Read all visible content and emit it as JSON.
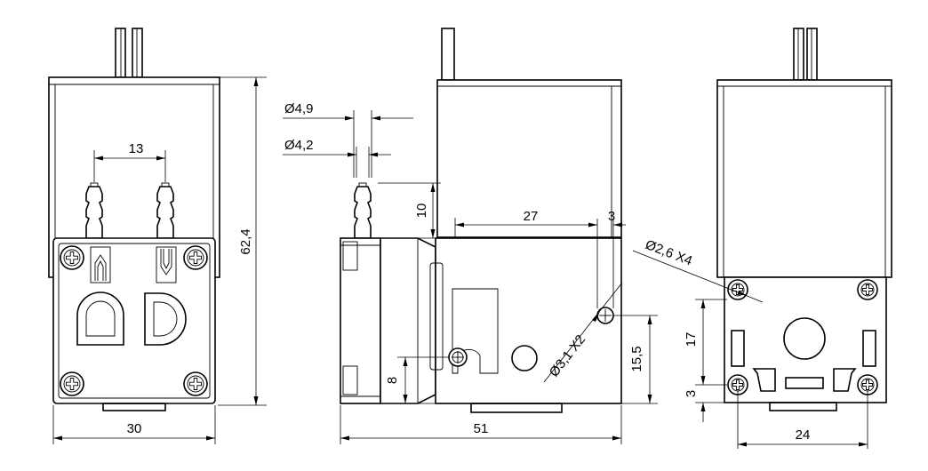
{
  "dimensions": {
    "front_tube_spacing": "13",
    "front_width": "30",
    "front_height": "62,4",
    "side_outer_tube_dia": "Ø4,9",
    "side_inner_tube_dia": "Ø4,2",
    "side_tube_length": "10",
    "side_hole_distance": "27",
    "side_hole_offset": "3",
    "side_hole_dia": "Ø3,1 X2",
    "side_hole_height": "15,5",
    "side_base_height": "8",
    "side_length": "51",
    "rear_mount_hole_dia": "Ø2,6 X4",
    "rear_hole_spacing_vertical": "17",
    "rear_hole_offset": "3",
    "rear_width": "24"
  },
  "colors": {
    "line": "#000000",
    "background": "#ffffff"
  }
}
